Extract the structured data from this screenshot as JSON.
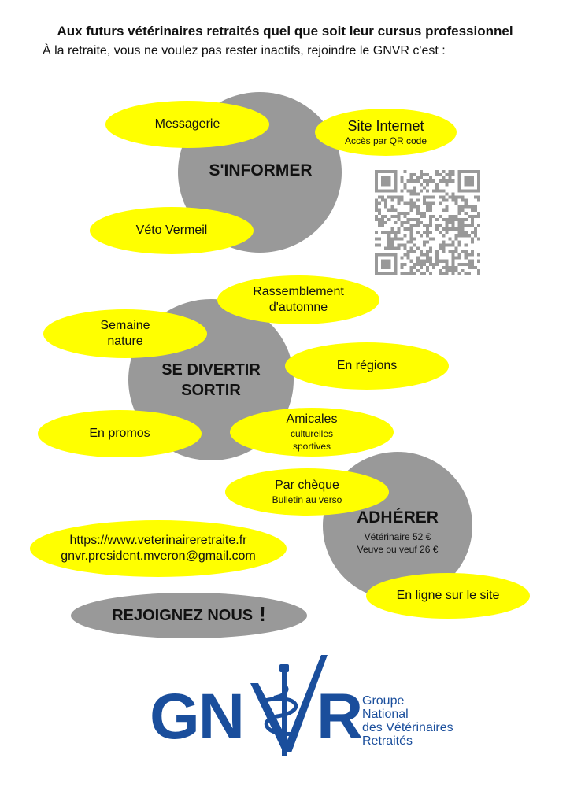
{
  "header": {
    "title": "Aux futurs vétérinaires retraités quel que soit leur cursus professionnel",
    "subtitle": "À la retraite, vous ne voulez pas rester inactifs, rejoindre le GNVR c'est :"
  },
  "inform": {
    "heading": "S'INFORMER",
    "messagerie": "Messagerie",
    "site_title": "Site Internet",
    "site_sub": "Accès par QR code",
    "veto": "Véto Vermeil"
  },
  "fun": {
    "heading_line1": "SE DIVERTIR",
    "heading_line2": "SORTIR",
    "rassemblement_1": "Rassemblement",
    "rassemblement_2": "d'automne",
    "semaine_1": "Semaine",
    "semaine_2": "nature",
    "regions": "En régions",
    "promos": "En promos",
    "amicales": "Amicales",
    "amicales_sub1": "culturelles",
    "amicales_sub2": "sportives"
  },
  "join": {
    "heading": "ADHÉRER",
    "price1": "Vétérinaire 52 €",
    "price2": "Veuve ou veuf 26 €",
    "cheque": "Par chèque",
    "cheque_sub": "Bulletin au verso",
    "online": "En ligne sur le site"
  },
  "contact": {
    "url": "https://www.veterinaireretraite.fr",
    "email": "gnvr.president.mveron@gmail.com"
  },
  "cta": {
    "text": "REJOIGNEZ NOUS",
    "mark": "!"
  },
  "logo": {
    "letters_g": "GN",
    "letters_r": "R",
    "line1": "Groupe",
    "line2": "National",
    "line3": "des Vétérinaires",
    "line4": "Retraités"
  },
  "colors": {
    "yellow": "#ffff00",
    "gray": "#999999",
    "blue": "#1a4e9c"
  }
}
